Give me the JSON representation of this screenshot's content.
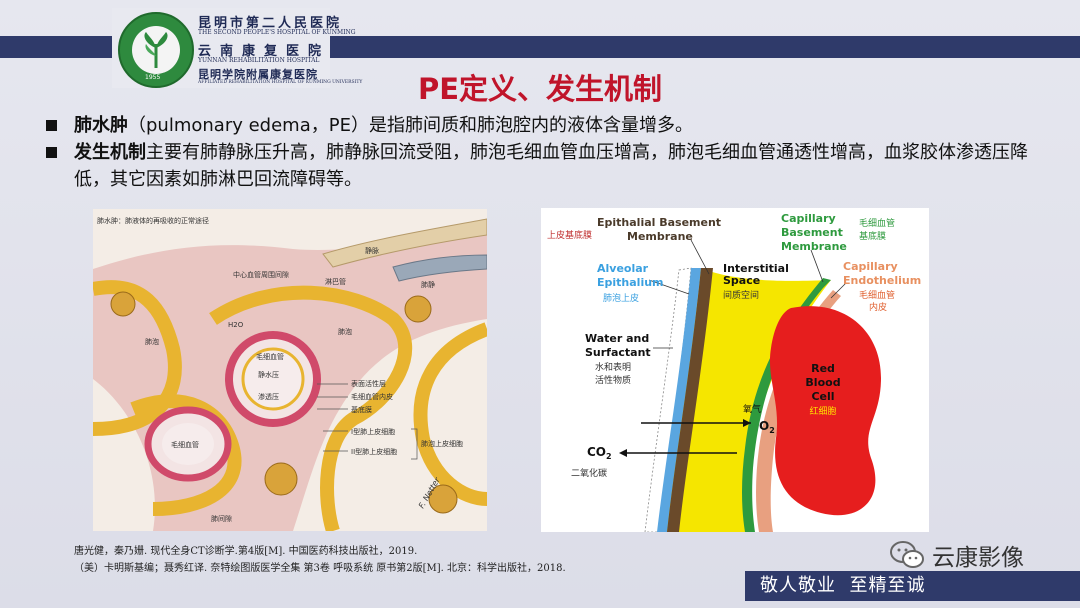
{
  "header": {
    "hospital_cn_1": "昆明市第二人民医院",
    "hospital_en_1": "THE SECOND PEOPLE'S HOSPITAL OF KUNMING",
    "hospital_cn_2": "云南康复医院",
    "hospital_en_2": "YUNNAN REHABILITATION HOSPITAL",
    "hospital_cn_3": "昆明学院附属康复医院",
    "hospital_en_3": "AFFILIATED REHABILITATION HOSPITAL OF KUNMING UNIVERSITY",
    "logo_icon": "hospital-emblem-icon",
    "logo_year": "1955"
  },
  "title": "PE定义、发生机制",
  "bullets": [
    {
      "bold": "肺水肿",
      "text": "（pulmonary edema，PE）是指肺间质和肺泡腔内的液体含量增多。"
    },
    {
      "bold": "发生机制",
      "text": "主要有肺静脉压升高，肺静脉回流受阻，肺泡毛细血管血压增高，肺泡毛细血管通透性增高，血浆胶体渗透压降低，其它因素如肺淋巴回流障碍等。"
    }
  ],
  "figure_left": {
    "caption": "肺水肿：肺液体的再吸收的正常途径",
    "labels": {
      "lymph": "淋巴管",
      "vein": "静脉",
      "center": "中心血管周围间隙",
      "pulmonary_vein": "肺静",
      "h2o": "H2O",
      "alveolus_l": "肺泡",
      "alveolus_r": "肺泡",
      "capillary": "毛细血管",
      "hydrostatic": "静水压",
      "osmotic": "渗透压",
      "surfactant": "表面活性层",
      "endothelium": "毛细血管内皮",
      "basement": "基底膜",
      "type1": "I型肺上皮细胞",
      "type2": "II型肺上皮细胞",
      "epi": "肺泡上皮细胞",
      "capillary2": "毛细血管",
      "interstitial": "肺间隙",
      "signature": "F. Netter"
    }
  },
  "figure_right": {
    "epi_basement_en": [
      "Epithalial Basement",
      "Membrane"
    ],
    "epi_basement_cn": "上皮基底膜",
    "cap_basement_en": [
      "Capillary",
      "Basement",
      "Membrane"
    ],
    "cap_basement_cn": [
      "毛细血管",
      "基底膜"
    ],
    "alveolar_en": [
      "Alveolar",
      "Epithalium"
    ],
    "alveolar_cn": "肺泡上皮",
    "interstitial_en": [
      "Interstitial",
      "Space"
    ],
    "interstitial_cn": "间质空间",
    "cap_endo_en": [
      "Capillary",
      "Endothelium"
    ],
    "cap_endo_cn": [
      "毛细血管",
      "内皮"
    ],
    "water_en": [
      "Water and",
      "Surfactant"
    ],
    "water_cn": [
      "水和表明",
      "活性物质"
    ],
    "rbc_en": [
      "Red",
      "Blood",
      "Cell"
    ],
    "rbc_cn": "红细胞",
    "o2_cn": "氧气",
    "o2": "O",
    "o2_sub": "2",
    "co2": "CO",
    "co2_sub": "2",
    "co2_cn": "二氧化碳"
  },
  "references": [
    "唐光健，秦乃姗. 现代全身CT诊断学.第4版[M]. 中国医药科技出版社，2019.",
    "（美）卡明斯基编；聂秀红译. 奈特绘图版医学全集 第3卷 呼吸系统 原书第2版[M]. 北京：科学出版社，2018."
  ],
  "brand": {
    "icon": "wechat-icon",
    "text": "云康影像"
  },
  "motto": "敬人敬业  至精至诚",
  "colors": {
    "accent_red": "#c0142a",
    "navy": "#2f3a6a"
  }
}
